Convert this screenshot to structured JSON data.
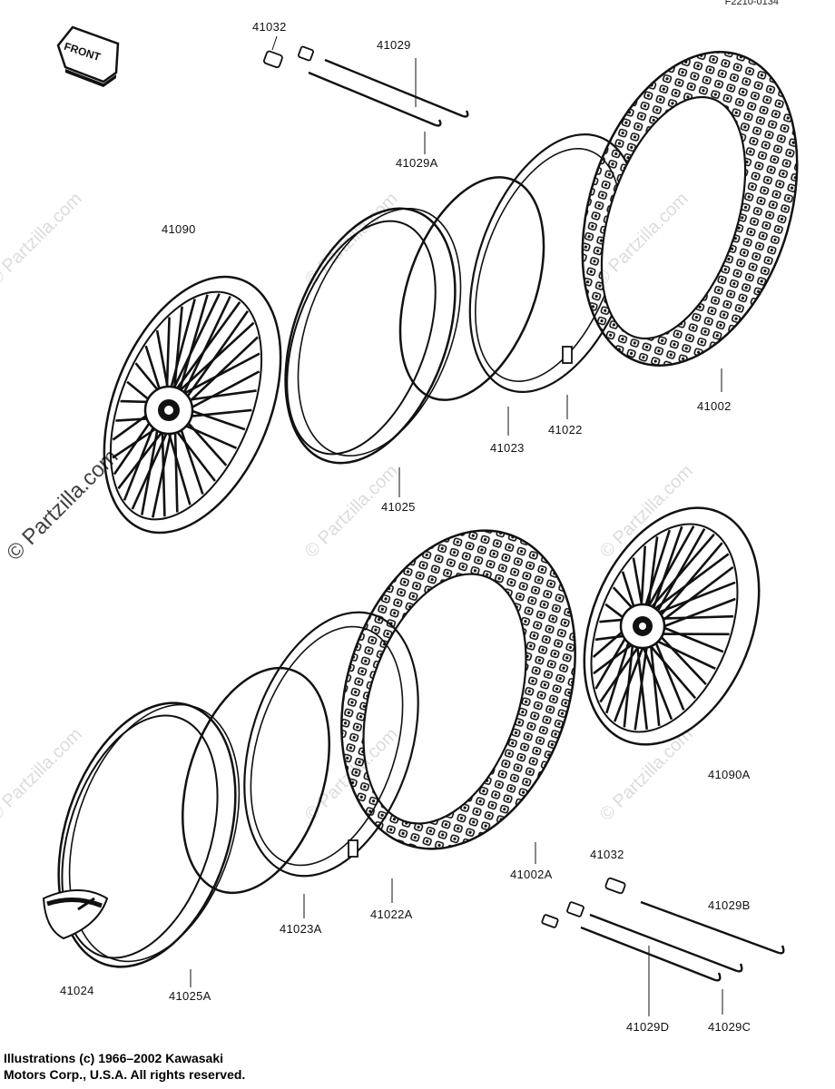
{
  "figure_code": "F2210-0134",
  "front_label": "FRONT",
  "watermark": "© Partzilla.com",
  "colors": {
    "ink": "#111111",
    "watermark": "#dcdcdc",
    "background": "#ffffff"
  },
  "parts": {
    "p41032_top": "41032",
    "p41029": "41029",
    "p41029A": "41029A",
    "p41090": "41090",
    "p41025": "41025",
    "p41023": "41023",
    "p41022": "41022",
    "p41002": "41002",
    "p41002A": "41002A",
    "p41090A": "41090A",
    "p41032_bottom": "41032",
    "p41029B": "41029B",
    "p41029C": "41029C",
    "p41029D": "41029D",
    "p41022A": "41022A",
    "p41023A": "41023A",
    "p41025A": "41025A",
    "p41024": "41024"
  },
  "copyright": {
    "line1": "Illustrations (c) 1966–2002 Kawasaki",
    "line2": "Motors Corp., U.S.A.  All rights reserved."
  }
}
